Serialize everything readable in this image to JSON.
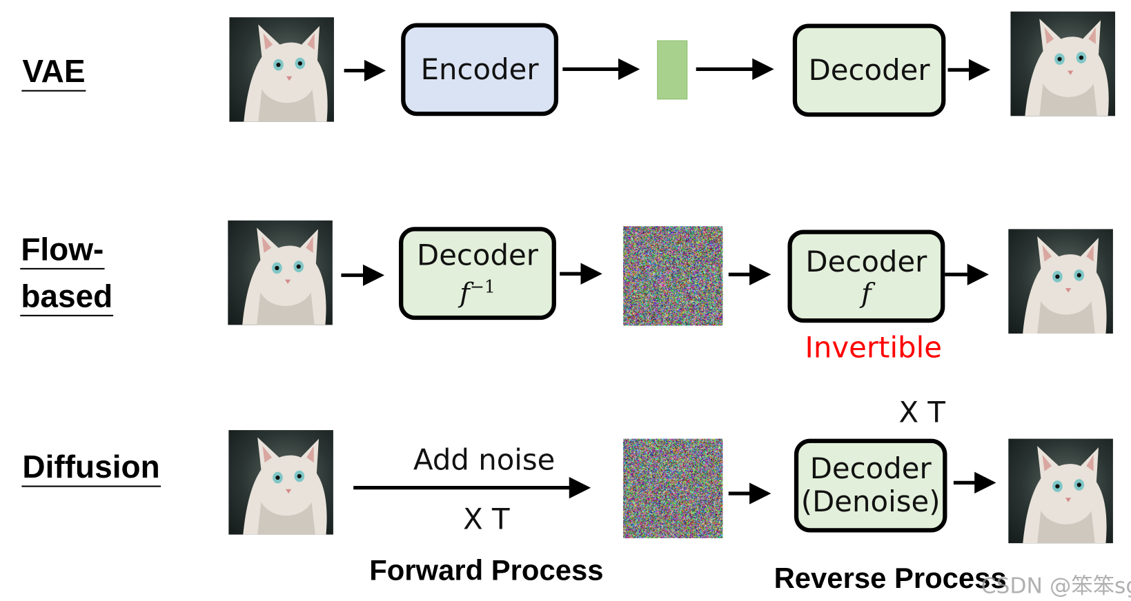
{
  "rows": {
    "vae": {
      "label": "VAE",
      "encoder": "Encoder",
      "decoder": "Decoder"
    },
    "flow": {
      "label_line1": "Flow-",
      "label_line2": "based",
      "decoder1": "Decoder",
      "decoder1_math": "f",
      "decoder1_sup": "−1",
      "decoder2": "Decoder",
      "decoder2_math": "f",
      "note": "Invertible"
    },
    "diffusion": {
      "label": "Diffusion",
      "add_noise": "Add noise",
      "forward_times": "X T",
      "reverse_times": "X T",
      "decoder_line1": "Decoder",
      "decoder_line2": "(Denoise)",
      "forward_caption": "Forward Process",
      "reverse_caption": "Reverse Process"
    }
  },
  "watermark": "CSDN @笨笨sg",
  "colors": {
    "encoder_fill": "#dae3f3",
    "decoder_fill": "#e2efda",
    "latent_fill": "#a9d18e",
    "invertible_text": "#ff0000"
  },
  "icons": {
    "cat_image": "cat-photo",
    "noise_image": "random-noise"
  }
}
